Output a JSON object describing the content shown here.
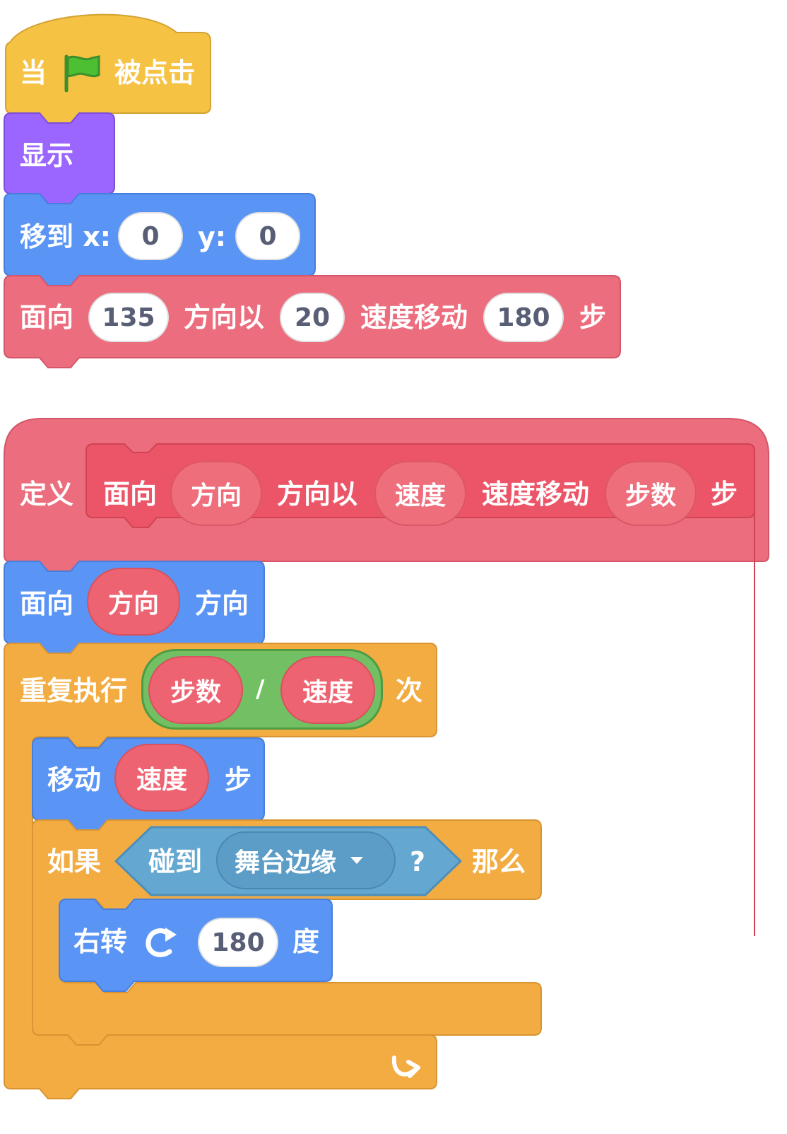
{
  "script1": {
    "hat": {
      "pre": "当",
      "post": "被点击",
      "flag_icon": "green-flag-icon"
    },
    "show": {
      "label": "显示"
    },
    "goto": {
      "label": "移到 x:",
      "x_value": "0",
      "y_label": "y:",
      "y_value": "0"
    },
    "custom_call": {
      "t1": "面向",
      "v1": "135",
      "t2": "方向以",
      "v2": "20",
      "t3": "速度移动",
      "v3": "180",
      "t4": "步"
    }
  },
  "script2": {
    "define": {
      "label": "定义",
      "proto_t1": "面向",
      "arg1": "方向",
      "proto_t2": "方向以",
      "arg2": "速度",
      "proto_t3": "速度移动",
      "arg3": "步数",
      "proto_t4": "步"
    },
    "point": {
      "t1": "面向",
      "arg": "方向",
      "t2": "方向"
    },
    "repeat": {
      "label": "重复执行",
      "left": "步数",
      "op": "/",
      "right": "速度",
      "suffix": "次",
      "loop_icon": "loop-arrow-icon"
    },
    "move": {
      "t1": "移动",
      "arg": "速度",
      "t2": "步"
    },
    "if": {
      "label": "如果",
      "sense_label": "碰到",
      "menu_value": "舞台边缘",
      "menu_icon": "dropdown-arrow-icon",
      "q": "?",
      "then": "那么"
    },
    "turn": {
      "t1": "右转",
      "icon": "turn-right-icon",
      "value": "180",
      "t2": "度"
    }
  },
  "colors": {
    "events": "#f5c244",
    "looks": "#9a66ff",
    "motion": "#5a95f5",
    "custom": "#ec6d7d",
    "custom_inner": "#ec5567",
    "control": "#f2ac42",
    "operator": "#72c063",
    "sensing": "#64a8d2"
  }
}
